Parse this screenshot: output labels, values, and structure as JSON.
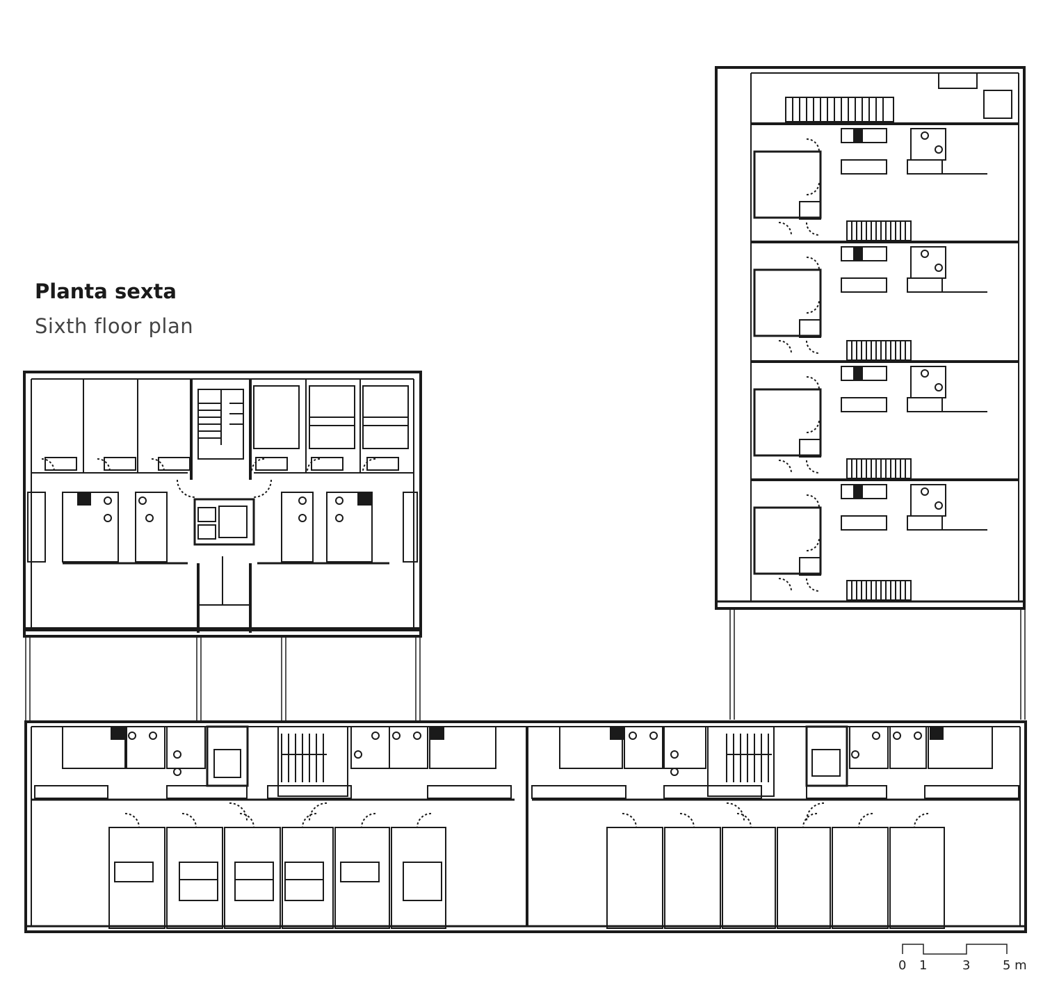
{
  "title": {
    "es": "Planta sexta",
    "en": "Sixth floor plan"
  },
  "scale_bar": {
    "labels": [
      "0",
      "1",
      "3",
      "5 m"
    ]
  },
  "colors": {
    "ink": "#1a1a1a",
    "background": "#ffffff"
  }
}
